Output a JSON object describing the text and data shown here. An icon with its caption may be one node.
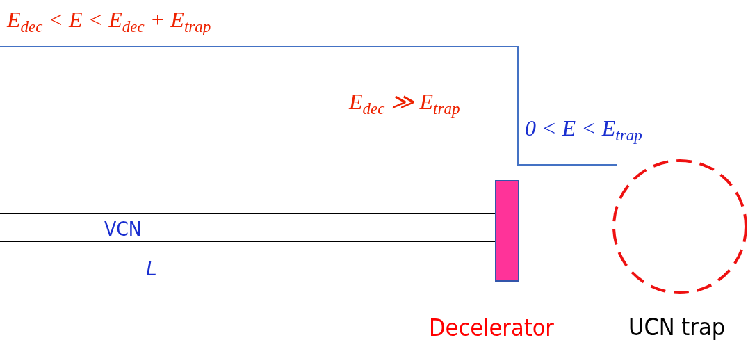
{
  "diagram": {
    "nodes": [
      {
        "text": [
          "VCN"
        ]
      },
      {
        "text": [],
        "shape": "bar",
        "beside": [
          "Decelerator"
        ]
      },
      {
        "text": [],
        "shape": "circle",
        "beside": [
          "UCN trap"
        ]
      }
    ],
    "labels": [
      "E$_{dec}$ < E < E$_{dec}$ + E$_{trap}$",
      "E$_{dec}$ ≫ E$_{trap}$",
      "0 < E < E$_{trap}$",
      "L"
    ]
  }
}
